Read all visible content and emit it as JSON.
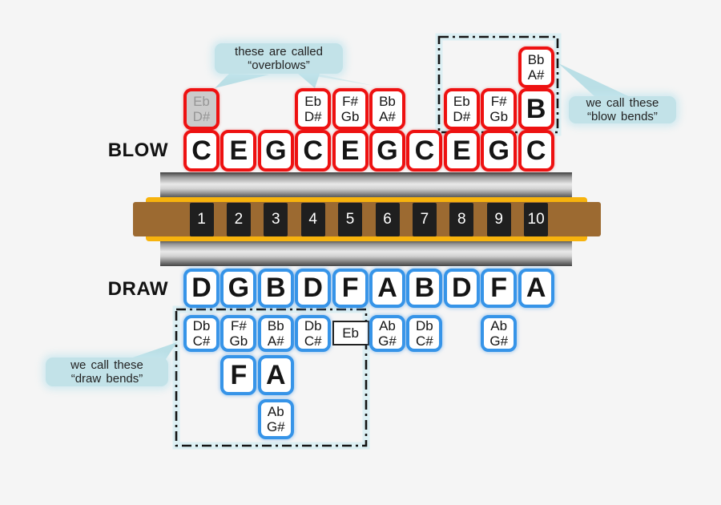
{
  "labels": {
    "blow": "BLOW",
    "draw": "DRAW"
  },
  "harmonica": {
    "hole_numbers": [
      "1",
      "2",
      "3",
      "4",
      "5",
      "6",
      "7",
      "8",
      "9",
      "10"
    ]
  },
  "blow_notes": [
    "C",
    "E",
    "G",
    "C",
    "E",
    "G",
    "C",
    "E",
    "G",
    "C"
  ],
  "draw_notes": [
    "D",
    "G",
    "B",
    "D",
    "F",
    "A",
    "B",
    "D",
    "F",
    "A"
  ],
  "overblows": [
    {
      "hole": 1,
      "lines": [
        "Eb",
        "D#"
      ],
      "muted": true
    },
    {
      "hole": 4,
      "lines": [
        "Eb",
        "D#"
      ]
    },
    {
      "hole": 5,
      "lines": [
        "F#",
        "Gb"
      ]
    },
    {
      "hole": 6,
      "lines": [
        "Bb",
        "A#"
      ]
    }
  ],
  "blow_bends": [
    {
      "hole": 10,
      "row": "upper",
      "lines": [
        "Bb",
        "A#"
      ]
    },
    {
      "hole": 8,
      "row": "main",
      "lines": [
        "Eb",
        "D#"
      ]
    },
    {
      "hole": 9,
      "row": "main",
      "lines": [
        "F#",
        "Gb"
      ]
    },
    {
      "hole": 10,
      "row": "main",
      "note": "B"
    }
  ],
  "draw_bends": [
    {
      "hole": 1,
      "row": 1,
      "lines": [
        "Db",
        "C#"
      ]
    },
    {
      "hole": 2,
      "row": 1,
      "lines": [
        "F#",
        "Gb"
      ]
    },
    {
      "hole": 3,
      "row": 1,
      "lines": [
        "Bb",
        "A#"
      ]
    },
    {
      "hole": 4,
      "row": 1,
      "lines": [
        "Db",
        "C#"
      ]
    },
    {
      "hole": 5,
      "row": 1,
      "note": "Eb",
      "plain": true
    },
    {
      "hole": 6,
      "row": 1,
      "lines": [
        "Ab",
        "G#"
      ]
    },
    {
      "hole": 7,
      "row": 1,
      "lines": [
        "Db",
        "C#"
      ]
    },
    {
      "hole": 9,
      "row": 1,
      "lines": [
        "Ab",
        "G#"
      ]
    },
    {
      "hole": 2,
      "row": 2,
      "note": "F"
    },
    {
      "hole": 3,
      "row": 2,
      "note": "A"
    },
    {
      "hole": 3,
      "row": 3,
      "lines": [
        "Ab",
        "G#"
      ]
    }
  ],
  "callouts": {
    "overblows": {
      "line1": "these are called",
      "line2": "“overblows”"
    },
    "blow_bends": {
      "line1": "we call these",
      "line2": "“blow bends”"
    },
    "draw_bends": {
      "line1": "we call these",
      "line2": "“draw bends”"
    }
  },
  "colors": {
    "background": "#f5f5f5",
    "blow_border_red": "#ee1111",
    "draw_border_blue": "#3694e8",
    "callout_bubble": "#c2e2e8",
    "comb_brown": "#9c6a31",
    "comb_frame_orange": "#f7b30d",
    "hole_black": "#1f1f1f",
    "muted_box_bg": "#cbcbcb",
    "muted_box_text": "#969696"
  }
}
